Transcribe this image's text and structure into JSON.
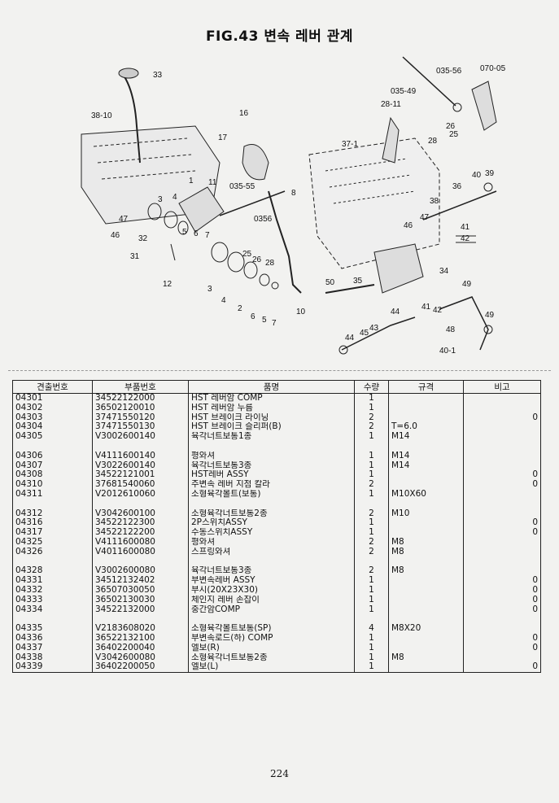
{
  "title": "FIG.43 변속 레버 관계",
  "diagram_labels": [
    "33",
    "38-10",
    "16",
    "17",
    "035-56",
    "070-05",
    "035-49",
    "28-11",
    "26",
    "25",
    "28",
    "37-1",
    "11",
    "035-55",
    "8",
    "35",
    "36",
    "40",
    "39",
    "38",
    "47",
    "46",
    "1",
    "3",
    "4",
    "5",
    "6",
    "7",
    "2",
    "12",
    "31",
    "32",
    "10",
    "50",
    "34",
    "49",
    "44",
    "41",
    "42",
    "43",
    "48",
    "40-1",
    "0356"
  ],
  "table": {
    "headers": {
      "code": "견출번호",
      "part": "부품번호",
      "name": "품명",
      "qty": "수량",
      "spec": "규격",
      "note": "비고"
    },
    "rows": [
      {
        "code": "04301",
        "part": "34522122000",
        "name": "HST 레버암 COMP",
        "qty": "1",
        "spec": "",
        "flag": ""
      },
      {
        "code": "04302",
        "part": "36502120010",
        "name": "HST 레버암 누름",
        "qty": "1",
        "spec": "",
        "flag": ""
      },
      {
        "code": "04303",
        "part": "37471550120",
        "name": "HST 브레이크 라이닝",
        "qty": "2",
        "spec": "",
        "flag": "0"
      },
      {
        "code": "04304",
        "part": "37471550130",
        "name": "HST 브레이크 슬리퍼(B)",
        "qty": "2",
        "spec": "T=6.0",
        "flag": ""
      },
      {
        "code": "04305",
        "part": "V3002600140",
        "name": "육각너트보통1종",
        "qty": "1",
        "spec": "M14",
        "flag": ""
      },
      {
        "code": "",
        "part": "",
        "name": "",
        "qty": "",
        "spec": "",
        "flag": ""
      },
      {
        "code": "04306",
        "part": "V4111600140",
        "name": "평와셔",
        "qty": "1",
        "spec": "M14",
        "flag": ""
      },
      {
        "code": "04307",
        "part": "V3022600140",
        "name": "육각너트보통3종",
        "qty": "1",
        "spec": "M14",
        "flag": ""
      },
      {
        "code": "04308",
        "part": "34522121001",
        "name": "HST레버 ASSY",
        "qty": "1",
        "spec": "",
        "flag": "0"
      },
      {
        "code": "04310",
        "part": "37681540060",
        "name": "주변속 레버 지점 칼라",
        "qty": "2",
        "spec": "",
        "flag": "0"
      },
      {
        "code": "04311",
        "part": "V2012610060",
        "name": "소형육각볼트(보통)",
        "qty": "1",
        "spec": "M10X60",
        "flag": ""
      },
      {
        "code": "",
        "part": "",
        "name": "",
        "qty": "",
        "spec": "",
        "flag": ""
      },
      {
        "code": "04312",
        "part": "V3042600100",
        "name": "소형육각너트보통2종",
        "qty": "2",
        "spec": "M10",
        "flag": ""
      },
      {
        "code": "04316",
        "part": "34522122300",
        "name": "2P스위치ASSY",
        "qty": "1",
        "spec": "",
        "flag": "0"
      },
      {
        "code": "04317",
        "part": "34522122200",
        "name": "수동스위치ASSY",
        "qty": "1",
        "spec": "",
        "flag": "0"
      },
      {
        "code": "04325",
        "part": "V4111600080",
        "name": "평와셔",
        "qty": "2",
        "spec": "M8",
        "flag": ""
      },
      {
        "code": "04326",
        "part": "V4011600080",
        "name": "스프링와셔",
        "qty": "2",
        "spec": "M8",
        "flag": ""
      },
      {
        "code": "",
        "part": "",
        "name": "",
        "qty": "",
        "spec": "",
        "flag": ""
      },
      {
        "code": "04328",
        "part": "V3002600080",
        "name": "육각너트보통3종",
        "qty": "2",
        "spec": "M8",
        "flag": ""
      },
      {
        "code": "04331",
        "part": "34512132402",
        "name": "부변속레버 ASSY",
        "qty": "1",
        "spec": "",
        "flag": "0"
      },
      {
        "code": "04332",
        "part": "36507030050",
        "name": "부시(20X23X30)",
        "qty": "1",
        "spec": "",
        "flag": "0"
      },
      {
        "code": "04333",
        "part": "36502130030",
        "name": "체인지 레버 손잡이",
        "qty": "1",
        "spec": "",
        "flag": "0"
      },
      {
        "code": "04334",
        "part": "34522132000",
        "name": "중간암COMP",
        "qty": "1",
        "spec": "",
        "flag": "0"
      },
      {
        "code": "",
        "part": "",
        "name": "",
        "qty": "",
        "spec": "",
        "flag": ""
      },
      {
        "code": "04335",
        "part": "V2183608020",
        "name": "소형육각볼트보통(SP)",
        "qty": "4",
        "spec": "M8X20",
        "flag": ""
      },
      {
        "code": "04336",
        "part": "36522132100",
        "name": "부변속로드(하) COMP",
        "qty": "1",
        "spec": "",
        "flag": "0"
      },
      {
        "code": "04337",
        "part": "36402200040",
        "name": "엘보(R)",
        "qty": "1",
        "spec": "",
        "flag": "0"
      },
      {
        "code": "04338",
        "part": "V3042600080",
        "name": "소형육각너트보통2종",
        "qty": "1",
        "spec": "M8",
        "flag": ""
      },
      {
        "code": "04339",
        "part": "36402200050",
        "name": "엘보(L)",
        "qty": "1",
        "spec": "",
        "flag": "0"
      }
    ]
  },
  "page_number": "224"
}
